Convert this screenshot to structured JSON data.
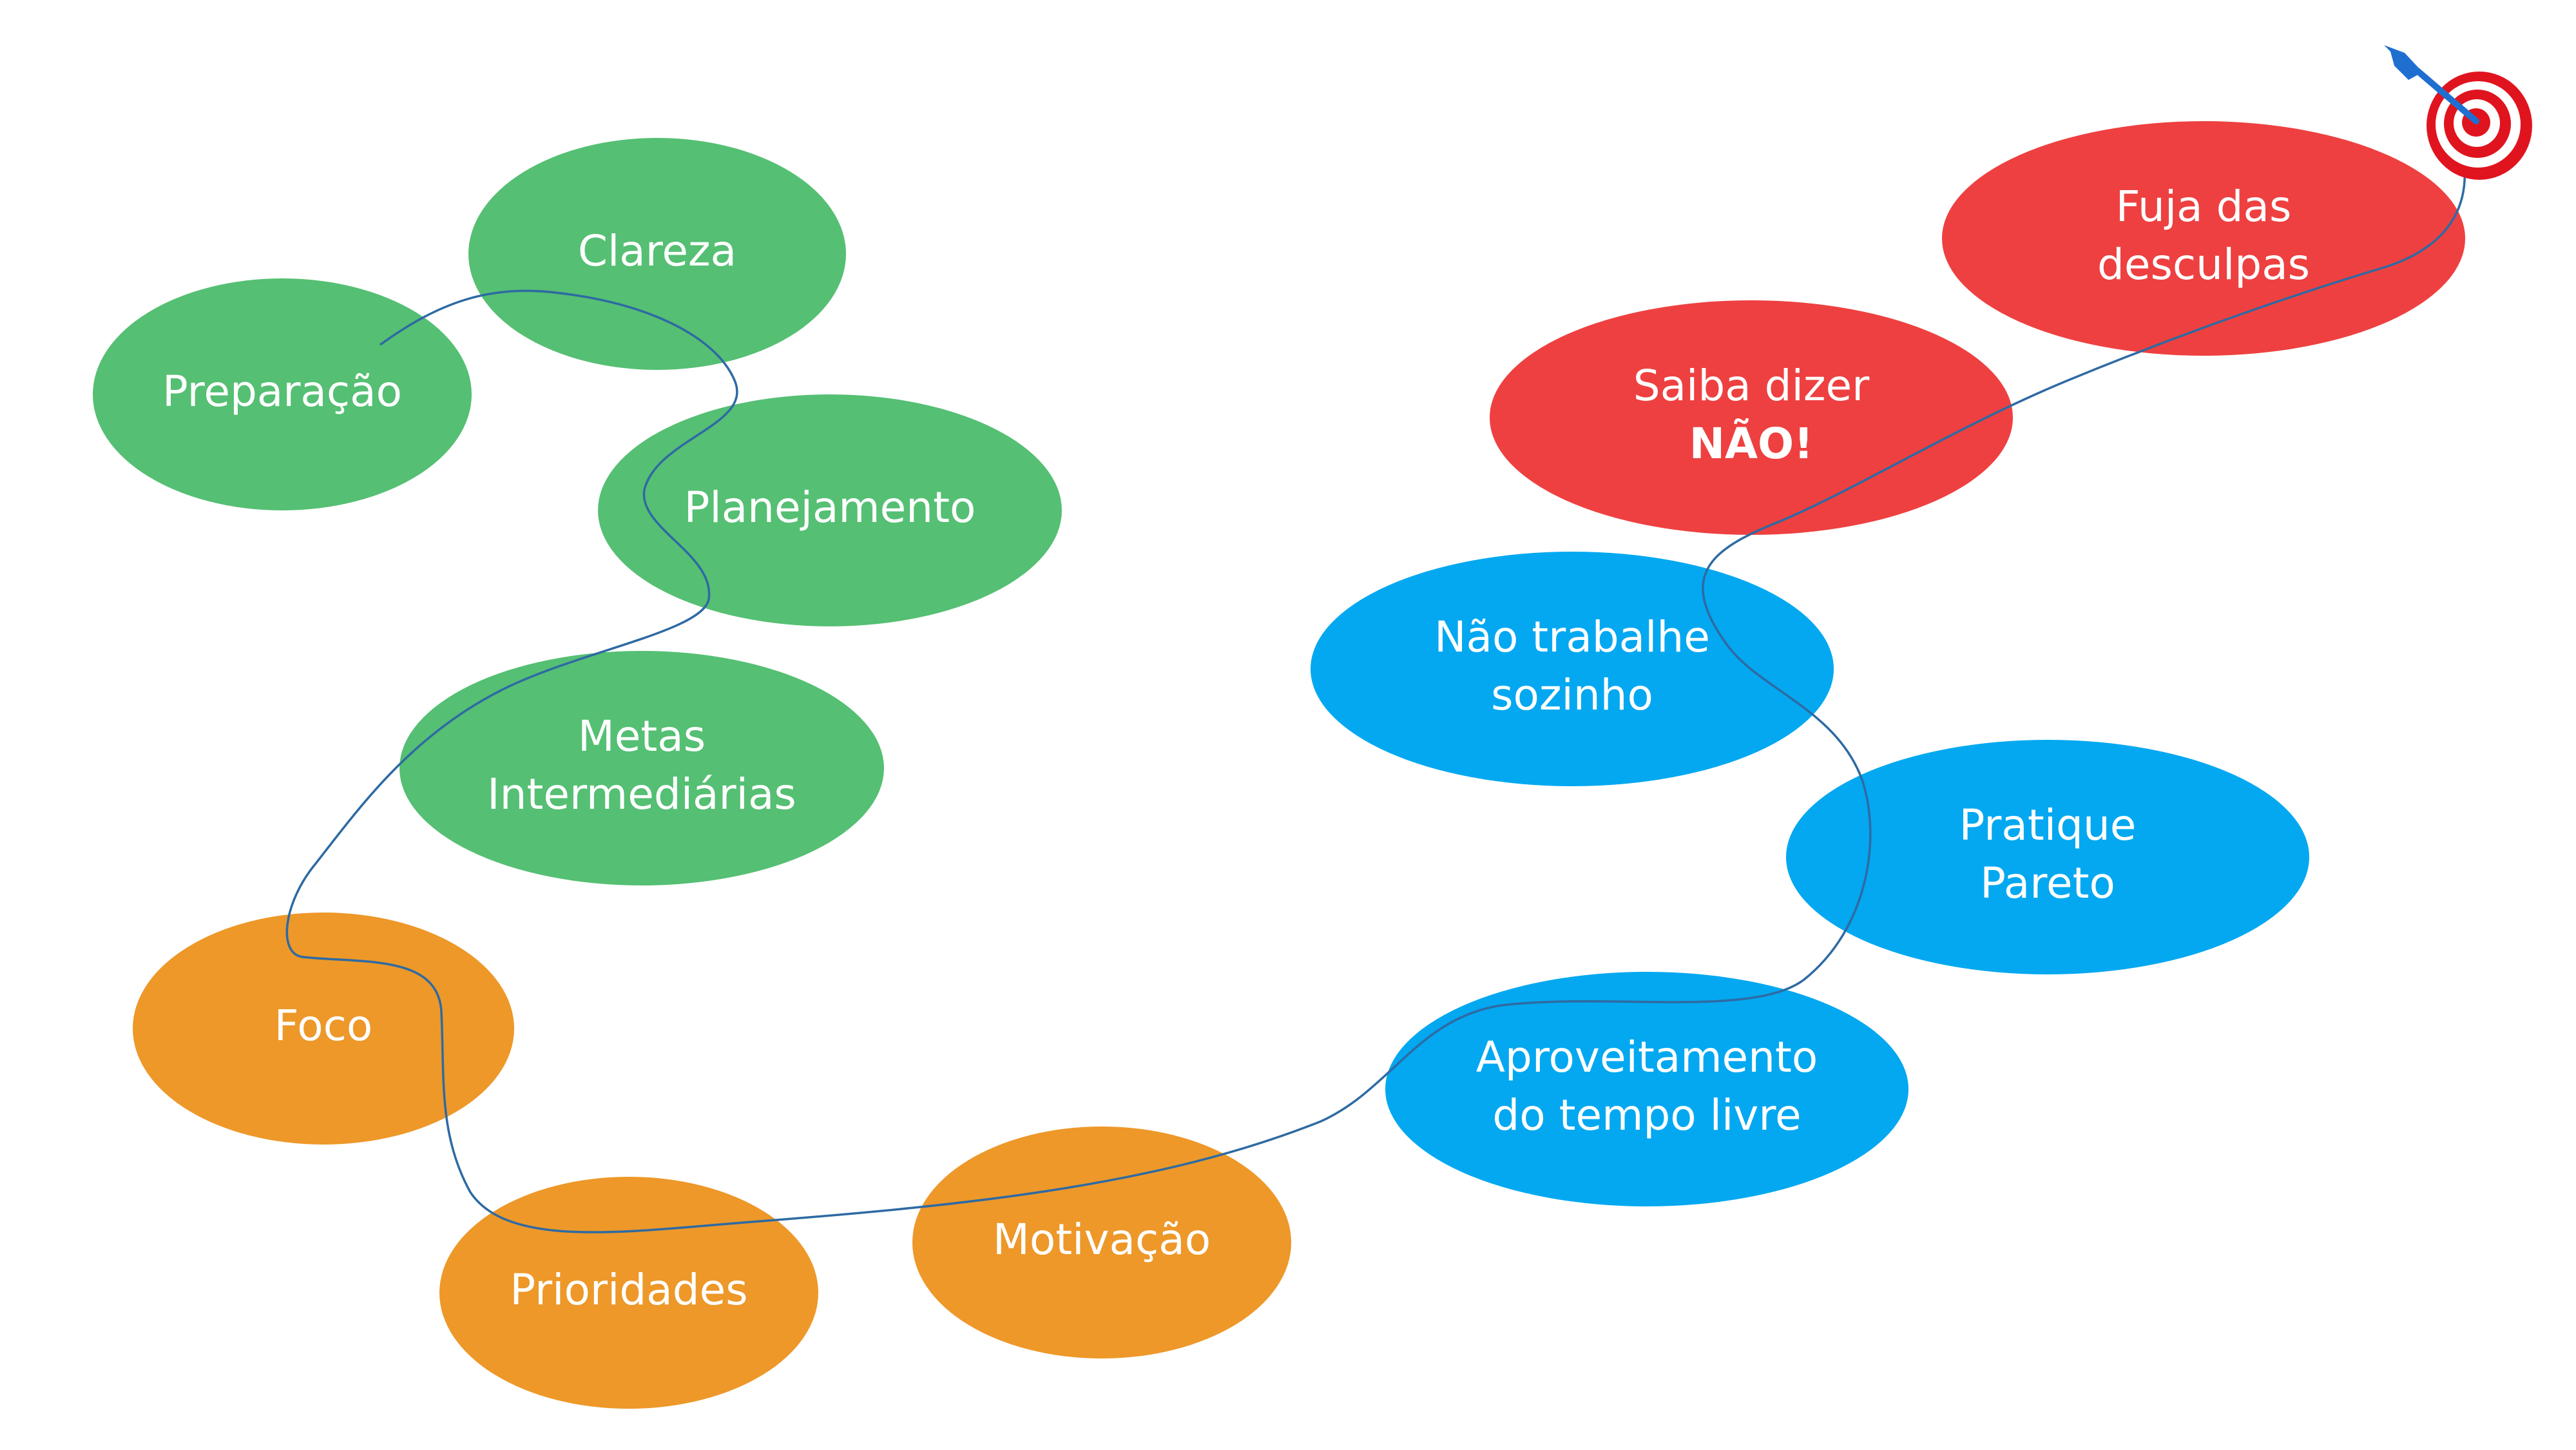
{
  "colors": {
    "green": "#55bf73",
    "orange": "#ed9829",
    "blue": "#03a8f0",
    "red": "#ee4040",
    "path": "#2e6aa3",
    "target_red": "#e0141e",
    "dart_blue": "#1f6fd1"
  },
  "nodes": [
    {
      "id": "preparacao",
      "lines": [
        "Preparação"
      ],
      "color": "green"
    },
    {
      "id": "clareza",
      "lines": [
        "Clareza"
      ],
      "color": "green"
    },
    {
      "id": "planejamento",
      "lines": [
        "Planejamento"
      ],
      "color": "green"
    },
    {
      "id": "metas",
      "lines": [
        "Metas",
        "Intermediárias"
      ],
      "color": "green"
    },
    {
      "id": "foco",
      "lines": [
        "Foco"
      ],
      "color": "orange"
    },
    {
      "id": "prioridades",
      "lines": [
        "Prioridades"
      ],
      "color": "orange"
    },
    {
      "id": "motivacao",
      "lines": [
        "Motivação"
      ],
      "color": "orange"
    },
    {
      "id": "aproveitamento",
      "lines": [
        "Aproveitamento",
        "do tempo livre"
      ],
      "color": "blue"
    },
    {
      "id": "pareto",
      "lines": [
        "Pratique",
        "Pareto"
      ],
      "color": "blue"
    },
    {
      "id": "nao-trabalhe",
      "lines": [
        "Não trabalhe",
        "sozinho"
      ],
      "color": "blue"
    },
    {
      "id": "saiba-dizer",
      "lines": [
        "Saiba dizer",
        "NÃO!"
      ],
      "bold_line": 1,
      "color": "red"
    },
    {
      "id": "fuja",
      "lines": [
        "Fuja das",
        "desculpas"
      ],
      "color": "red"
    }
  ],
  "target_icon": "dartboard-target-icon"
}
